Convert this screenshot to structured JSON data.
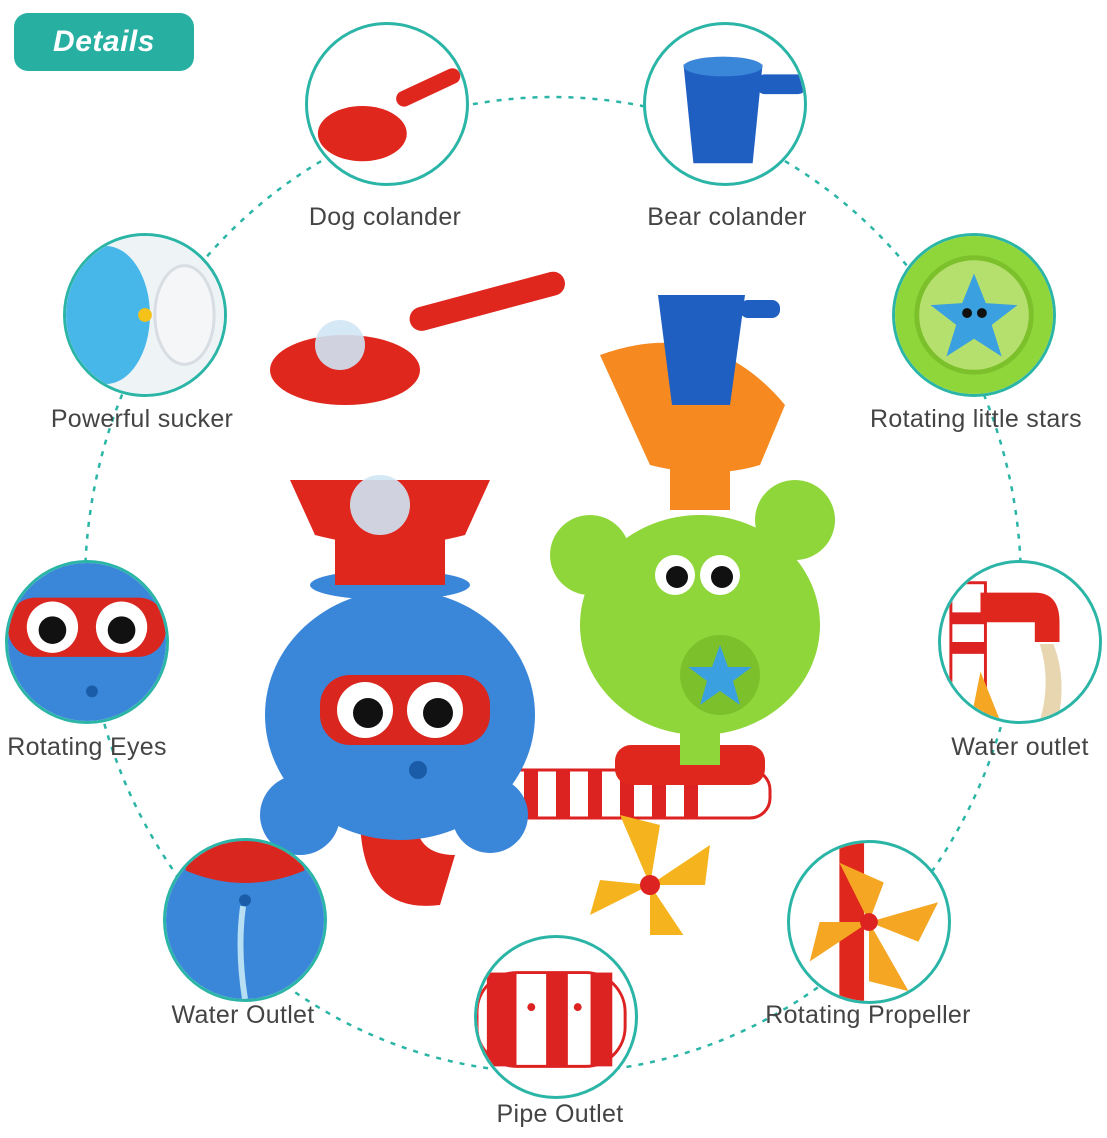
{
  "badge": {
    "label": "Details",
    "color": "#27b0a2"
  },
  "accent_color": "#2bb5a6",
  "features": [
    {
      "label": "Dog colander",
      "icon": "red-scoop-icon"
    },
    {
      "label": "Bear colander",
      "icon": "blue-cup-icon"
    },
    {
      "label": "Powerful sucker",
      "icon": "suction-cup-icon"
    },
    {
      "label": "Rotating little stars",
      "icon": "starfish-wheel-icon"
    },
    {
      "label": "Rotating Eyes",
      "icon": "octopus-eyes-icon"
    },
    {
      "label": "Water outlet",
      "icon": "red-pipe-icon"
    },
    {
      "label": "Water Outlet",
      "icon": "octopus-spout-icon"
    },
    {
      "label": "Rotating Propeller",
      "icon": "propeller-icon"
    },
    {
      "label": "Pipe Outlet",
      "icon": "striped-pipe-icon"
    }
  ]
}
